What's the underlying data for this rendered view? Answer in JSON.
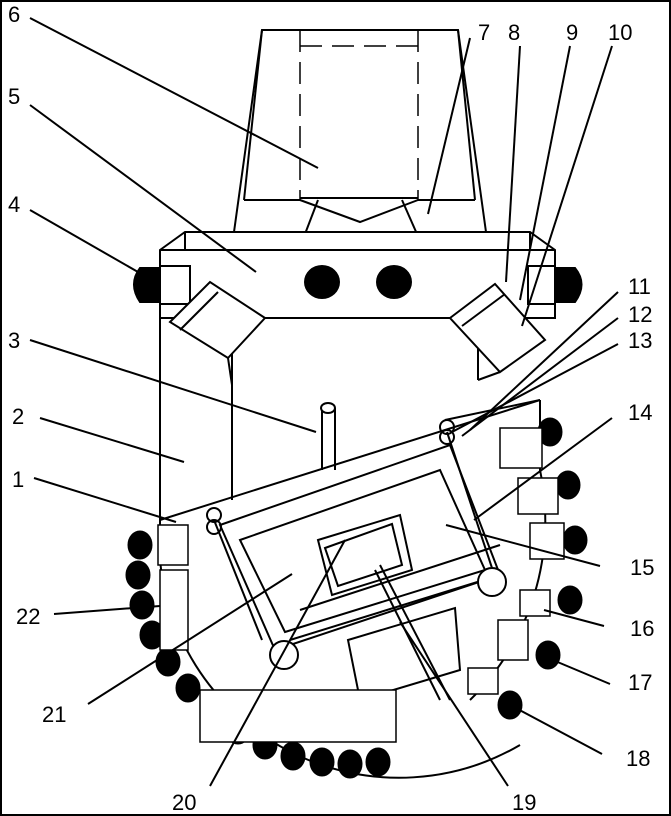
{
  "labels": [
    {
      "id": "1",
      "text": "1"
    },
    {
      "id": "2",
      "text": "2"
    },
    {
      "id": "3",
      "text": "3"
    },
    {
      "id": "4",
      "text": "4"
    },
    {
      "id": "5",
      "text": "5"
    },
    {
      "id": "6",
      "text": "6"
    },
    {
      "id": "7",
      "text": "7"
    },
    {
      "id": "8",
      "text": "8"
    },
    {
      "id": "9",
      "text": "9"
    },
    {
      "id": "10",
      "text": "10"
    },
    {
      "id": "11",
      "text": "11"
    },
    {
      "id": "12",
      "text": "12"
    },
    {
      "id": "13",
      "text": "13"
    },
    {
      "id": "14",
      "text": "14"
    },
    {
      "id": "15",
      "text": "15"
    },
    {
      "id": "16",
      "text": "16"
    },
    {
      "id": "17",
      "text": "17"
    },
    {
      "id": "18",
      "text": "18"
    },
    {
      "id": "19",
      "text": "19"
    },
    {
      "id": "20",
      "text": "20"
    },
    {
      "id": "21",
      "text": "21"
    },
    {
      "id": "22",
      "text": "22"
    }
  ]
}
